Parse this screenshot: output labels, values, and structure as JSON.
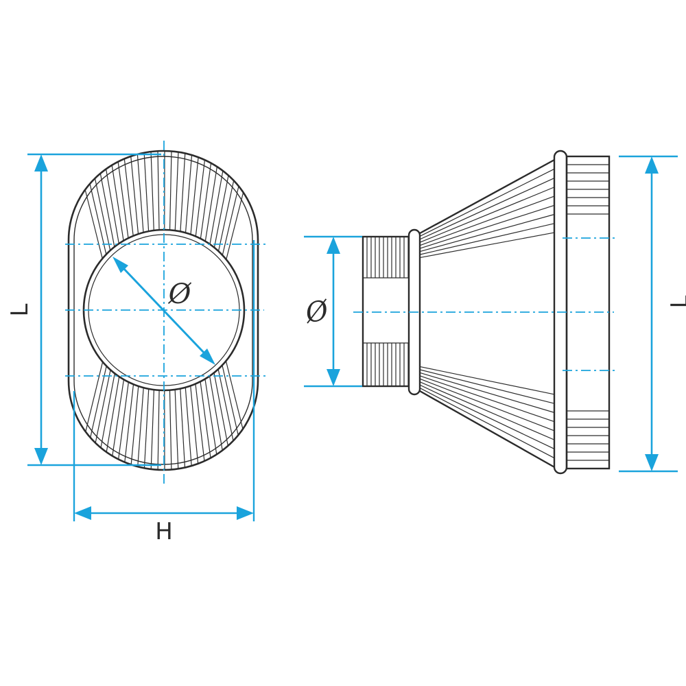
{
  "labels": {
    "length_left": "L",
    "width_bottom": "H",
    "diameter_front": "Ø",
    "diameter_side": "Ø",
    "length_right": "L"
  },
  "colors": {
    "dimension": "#1aa3dc",
    "outline": "#2b2b2b",
    "background": "#ffffff"
  }
}
